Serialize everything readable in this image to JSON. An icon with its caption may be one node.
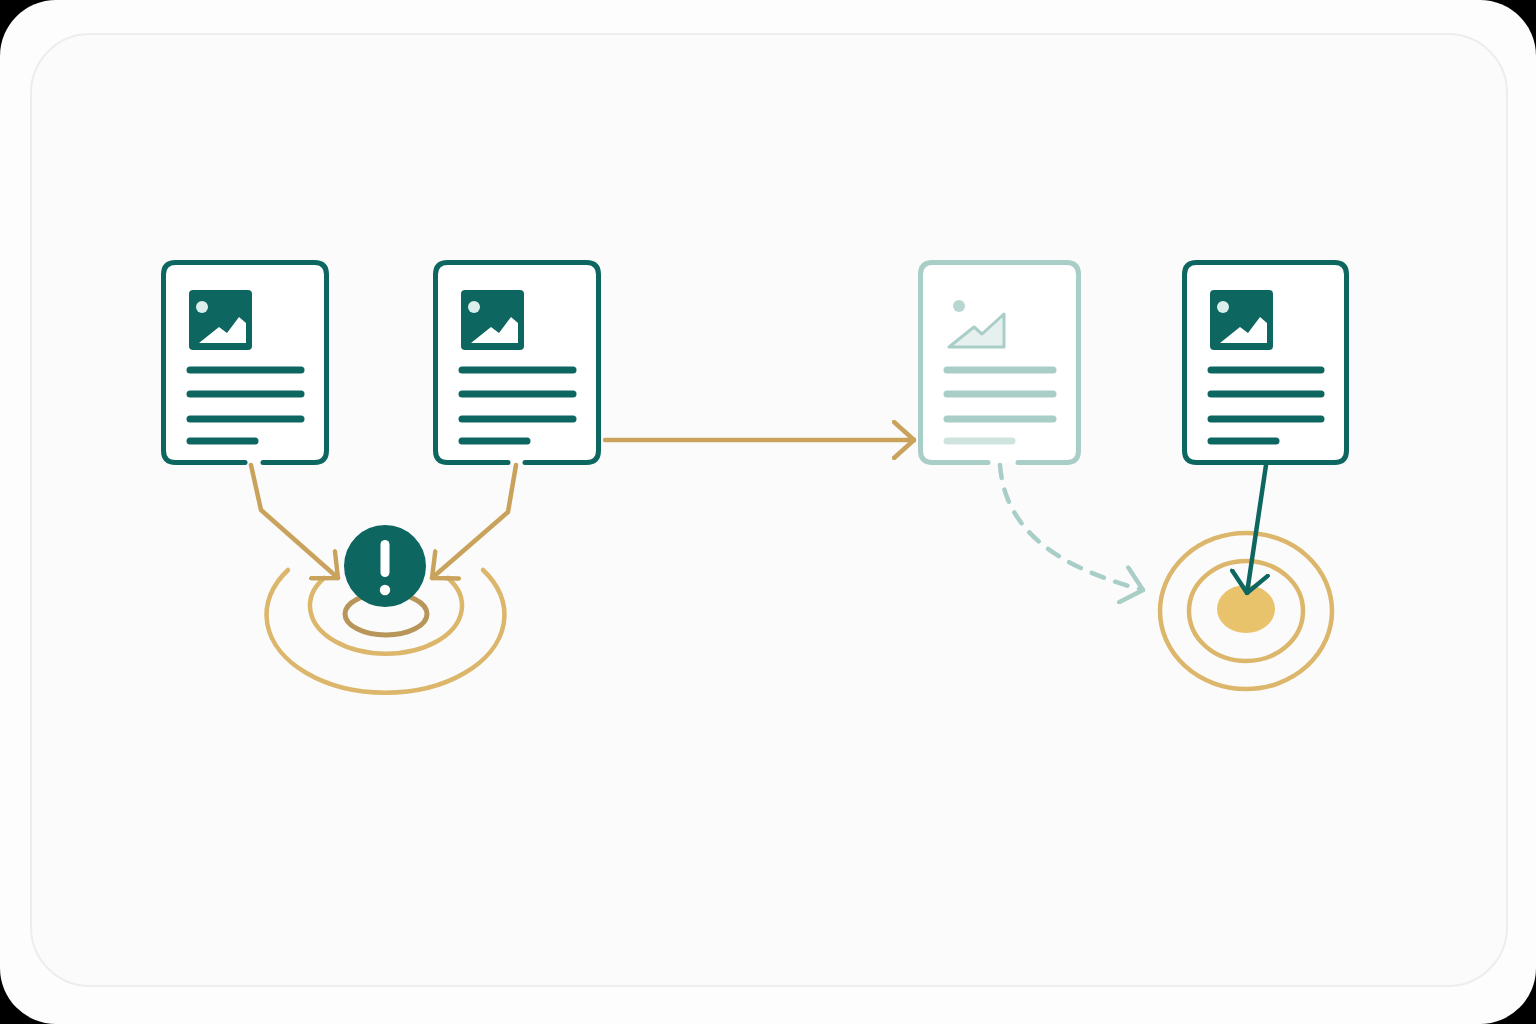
{
  "diagram": {
    "nodes": [
      {
        "text": [],
        "shape": "document"
      },
      {
        "text": [],
        "shape": "document"
      },
      {
        "text": [],
        "shape": "document"
      },
      {
        "text": [],
        "shape": "document"
      },
      {
        "text": [],
        "shape": "circle"
      },
      {
        "text": [],
        "shape": "target"
      },
      {
        "text": [],
        "shape": "circle",
        "in": 5
      }
    ],
    "edges": [
      {
        "from": 0,
        "to": 4,
        "arrow": "to"
      },
      {
        "from": 1,
        "to": 4,
        "arrow": "to"
      },
      {
        "from": 1,
        "to": 2,
        "arrow": "to"
      },
      {
        "from": 2,
        "to": 5,
        "arrow": "to",
        "style": "dashed",
        "color": "#a9cdc7"
      },
      {
        "from": 3,
        "to": 6,
        "arrow": "to",
        "color": "#0e6660"
      }
    ]
  }
}
